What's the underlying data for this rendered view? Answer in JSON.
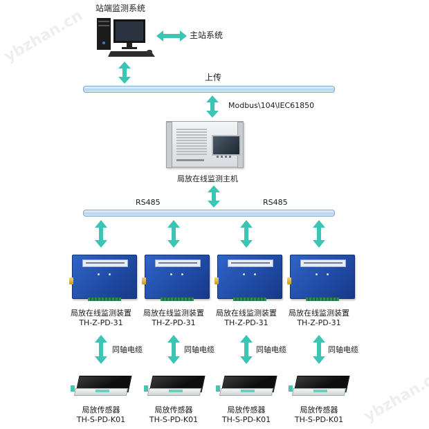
{
  "nodes": {
    "station_system": "站端监测系统",
    "master_system": "主站系统",
    "upload_bus": "上传",
    "protocols": "Modbus\\104\\IEC61850",
    "host_unit": "局放在线监测主机",
    "rs485_left": "RS485",
    "rs485_right": "RS485",
    "devices": [
      {
        "name": "局放在线监测装置",
        "model": "TH-Z-PD-31"
      },
      {
        "name": "局放在线监测装置",
        "model": "TH-Z-PD-31"
      },
      {
        "name": "局放在线监测装置",
        "model": "TH-Z-PD-31"
      },
      {
        "name": "局放在线监测装置",
        "model": "TH-Z-PD-31"
      }
    ],
    "cable_labels": [
      "同轴电缆",
      "同轴电缆",
      "同轴电缆",
      "同轴电缆"
    ],
    "sensors": [
      {
        "name": "局放传感器",
        "model": "TH-S-PD-K01"
      },
      {
        "name": "局放传感器",
        "model": "TH-S-PD-K01"
      },
      {
        "name": "局放传感器",
        "model": "TH-S-PD-K01"
      },
      {
        "name": "局放传感器",
        "model": "TH-S-PD-K01"
      }
    ]
  },
  "watermark": "ybzhan.cn",
  "colors": {
    "arrow": "#3cc4b4",
    "bus": "#b7d4ec",
    "device_blue": "#2456b5",
    "sensor_black": "#111111"
  },
  "icons": [
    "computer-icon",
    "rack-host-icon",
    "monitoring-device-icon",
    "sensor-icon",
    "double-arrow-icon"
  ]
}
